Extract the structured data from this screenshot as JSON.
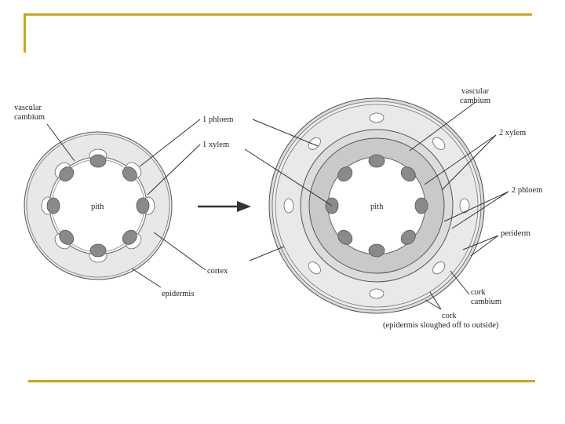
{
  "colors": {
    "accent_rule": "#c9a718",
    "ring_light": "#e6e6e6",
    "ring_mid": "#c8c8c8",
    "bundle": "#8a8a8a"
  },
  "labels": {
    "vascular_cambium_left_1": "vascular",
    "vascular_cambium_left_2": "cambium",
    "primary_phloem": "1  phloem",
    "primary_xylem": "1  xylem",
    "pith_left": "pith",
    "cortex": "cortex",
    "epidermis": "epidermis",
    "vascular_cambium_right_1": "vascular",
    "vascular_cambium_right_2": "cambium",
    "secondary_xylem": "2  xylem",
    "secondary_phloem": "2 phloem",
    "pith_right": "pith",
    "periderm": "periderm",
    "cork_cambium_1": "cork",
    "cork_cambium_2": "cambium",
    "cork_1": "cork",
    "cork_2": "(epidermis sloughed off to outside)"
  }
}
